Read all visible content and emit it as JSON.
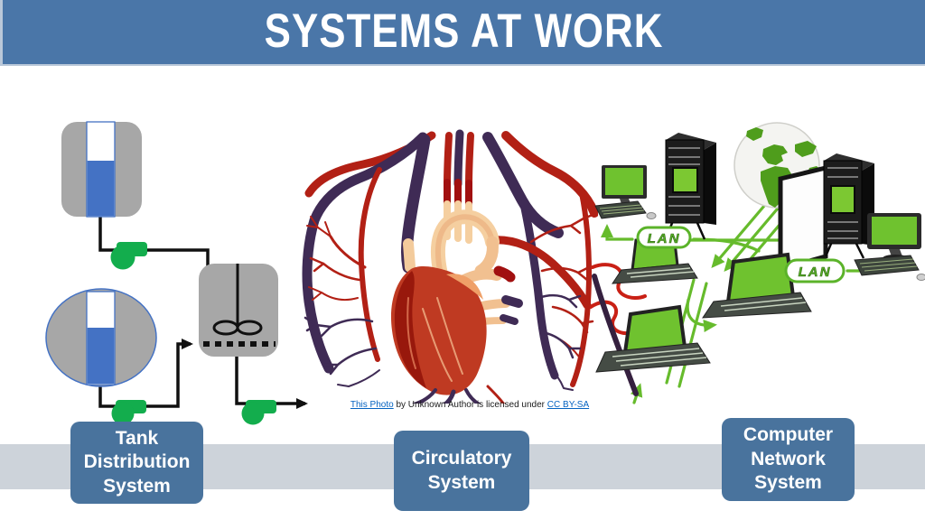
{
  "header": {
    "title": "SYSTEMS AT WORK"
  },
  "section_labels": {
    "tank": {
      "lines": [
        "Tank",
        "Distribution",
        "System"
      ]
    },
    "circulatory": {
      "lines": [
        "Circulatory",
        "System"
      ]
    },
    "network": {
      "lines": [
        "Computer",
        "Network",
        "System"
      ]
    }
  },
  "caption": {
    "link_this_photo": "This Photo",
    "text_middle": " by Unknown Author is licensed under ",
    "link_license": "CC BY-SA"
  },
  "network_diagram": {
    "lan_left": "LAN",
    "lan_right": "LAN"
  },
  "icons": [
    "storage-tank",
    "mixer-tank",
    "pump",
    "globe",
    "server-tower",
    "desktop-monitor",
    "laptop",
    "lan-badge",
    "heart-illustration"
  ],
  "palette": {
    "header_blue": "#4a76a8",
    "label_box_blue": "#49739d",
    "band_gray": "#cdd3da",
    "tank_gray": "#a7a7a7",
    "liquid_blue": "#4472c4",
    "pump_green": "#13ad4d",
    "network_green": "#66bb2c",
    "screen_green": "#6fc22f",
    "artery_red": "#b22015",
    "vein_purple": "#3f2b55",
    "link_blue": "#0563c1"
  }
}
